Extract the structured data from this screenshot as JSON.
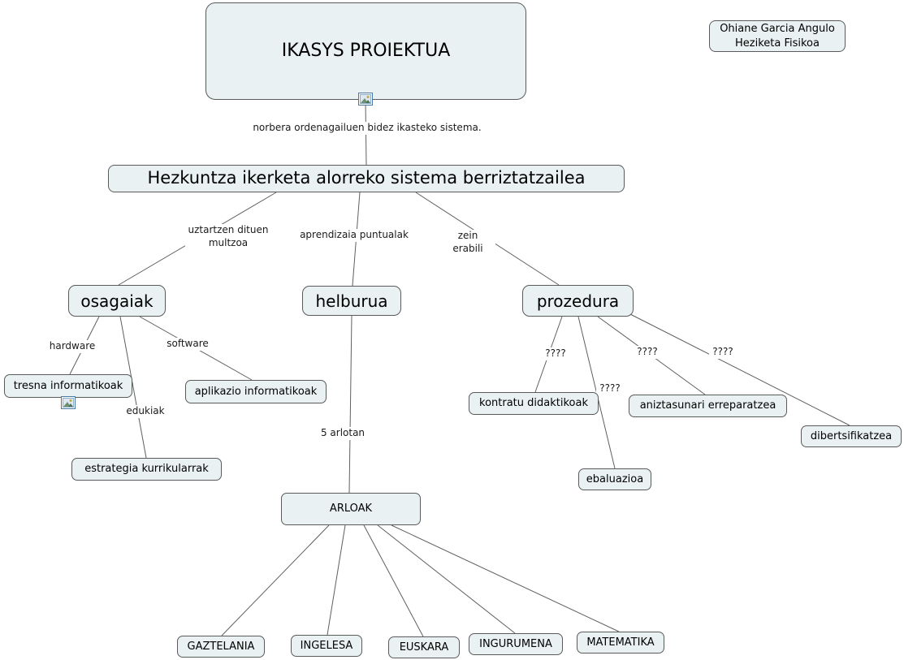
{
  "author": {
    "line1": "Ohiane Garcia Angulo",
    "line2": "Heziketa Fisikoa"
  },
  "nodes": {
    "root": "IKASYS PROIEKTUA",
    "system": "Hezkuntza ikerketa alorreko sistema berriztatzailea",
    "osagaiak": "osagaiak",
    "helburua": "helburua",
    "prozedura": "prozedura",
    "tresna_informatikoak": "tresna informatikoak",
    "aplikazio_informatikoak": "aplikazio informatikoak",
    "estrategia_kurrikularrak": "estrategia kurrikularrak",
    "arloak": "ARLOAK",
    "kontratu_didaktikoak": "kontratu didaktikoak",
    "ebaluazioa": "ebaluazioa",
    "aniztasunari_erreparatzea": "aniztasunari erreparatzea",
    "dibertsifikatzea": "dibertsifikatzea",
    "gaztelania": "GAZTELANIA",
    "ingelesa": "INGELESA",
    "euskara": "EUSKARA",
    "ingurumena": "INGURUMENA",
    "matematika": "MATEMATIKA"
  },
  "linking_phrases": {
    "norbera": "norbera ordenagailuen bidez ikasteko sistema.",
    "uztartzen": "uztartzen dituen\nmultzoa",
    "aprendizaia": "aprendizaia puntualak",
    "zein_erabili": "zein erabili",
    "hardware": "hardware",
    "software": "software",
    "edukiak": "edukiak",
    "bost_arlotan": "5 arlotan",
    "q_kontratu": "????",
    "q_ebaluazioa": "????",
    "q_aniztasunari": "????",
    "q_dibertsifikatzea": "????"
  },
  "icons": {
    "root_resource": "image-icon",
    "tresna_resource": "image-icon"
  },
  "colors": {
    "node_fill": "#e9f1f2",
    "node_border": "#5a5a5a",
    "connector": "#5f5f5f",
    "background": "#ffffff"
  }
}
